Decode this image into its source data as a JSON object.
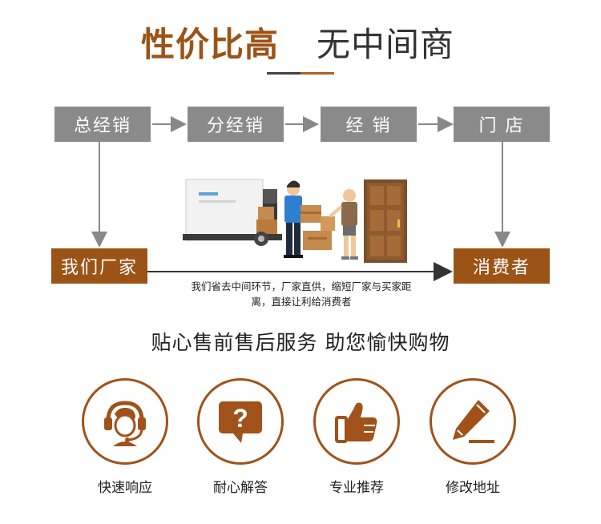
{
  "header": {
    "title_bold": "性价比高",
    "title_light": "无中间商"
  },
  "flow": {
    "top": [
      "总经销",
      "分经销",
      "经 销",
      "门 店"
    ],
    "left_bottom": "我们厂家",
    "right_bottom": "消费者",
    "caption_line1": "我们省去中间环节，厂家直供，缩短厂家与买家距",
    "caption_line2": "离，直接让利给消费者"
  },
  "services": {
    "subtitle": "贴心售前售后服务 助您愉快购物",
    "items": [
      {
        "label": "快速响应",
        "icon": "headset-agent-icon"
      },
      {
        "label": "耐心解答",
        "icon": "question-bubble-icon"
      },
      {
        "label": "专业推荐",
        "icon": "thumbs-up-icon"
      },
      {
        "label": "修改地址",
        "icon": "pencil-edit-icon"
      }
    ]
  },
  "colors": {
    "accent": "#9c5316",
    "box_gray": "#8a8a8a",
    "text": "#222222"
  }
}
